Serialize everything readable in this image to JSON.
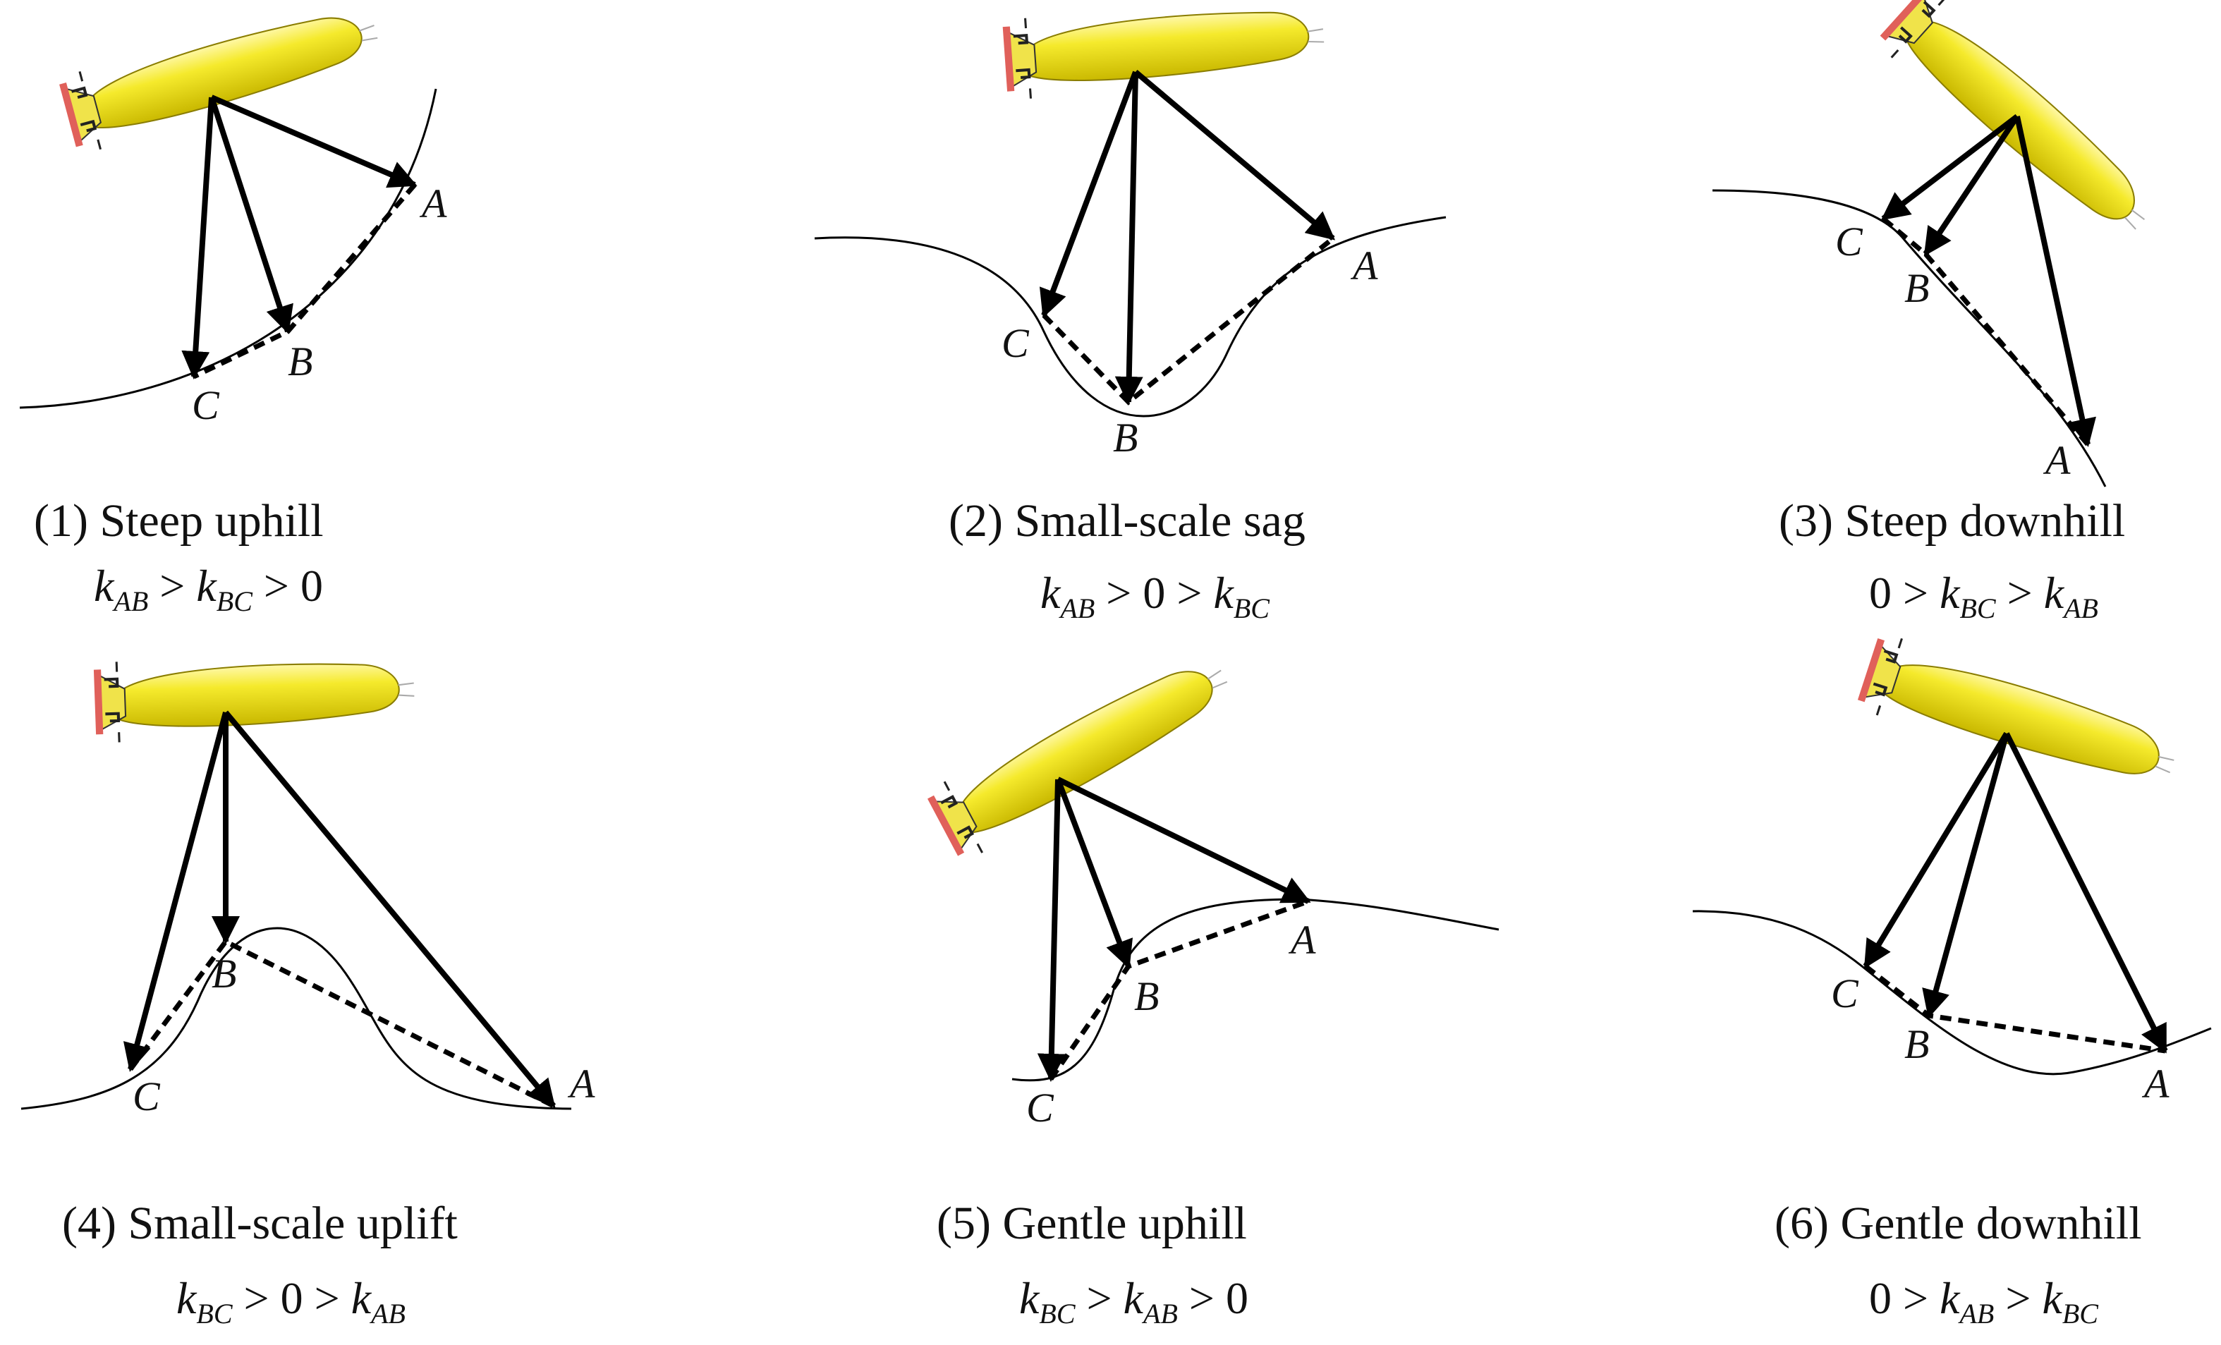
{
  "panels": [
    {
      "id": 1,
      "caption": "(1) Steep uphill",
      "relation": [
        [
          "v",
          "k"
        ],
        [
          "s",
          "AB"
        ],
        [
          "o",
          " > "
        ],
        [
          "v",
          "k"
        ],
        [
          "s",
          "BC"
        ],
        [
          "o",
          " > 0"
        ]
      ],
      "points": {
        "A": "A",
        "B": "B",
        "C": "C"
      }
    },
    {
      "id": 2,
      "caption": "(2) Small-scale sag",
      "relation": [
        [
          "v",
          "k"
        ],
        [
          "s",
          "AB"
        ],
        [
          "o",
          " > 0 > "
        ],
        [
          "v",
          "k"
        ],
        [
          "s",
          "BC"
        ]
      ],
      "points": {
        "A": "A",
        "B": "B",
        "C": "C"
      }
    },
    {
      "id": 3,
      "caption": "(3) Steep downhill",
      "relation": [
        [
          "o",
          "0 > "
        ],
        [
          "v",
          "k"
        ],
        [
          "s",
          "BC"
        ],
        [
          "o",
          " > "
        ],
        [
          "v",
          "k"
        ],
        [
          "s",
          "AB"
        ]
      ],
      "points": {
        "A": "A",
        "B": "B",
        "C": "C"
      }
    },
    {
      "id": 4,
      "caption": "(4) Small-scale uplift",
      "relation": [
        [
          "v",
          "k"
        ],
        [
          "s",
          "BC"
        ],
        [
          "o",
          " > 0 > "
        ],
        [
          "v",
          "k"
        ],
        [
          "s",
          "AB"
        ]
      ],
      "points": {
        "A": "A",
        "B": "B",
        "C": "C"
      }
    },
    {
      "id": 5,
      "caption": "(5)  Gentle uphill",
      "relation": [
        [
          "v",
          "k"
        ],
        [
          "s",
          "BC"
        ],
        [
          "o",
          " > "
        ],
        [
          "v",
          "k"
        ],
        [
          "s",
          "AB"
        ],
        [
          "o",
          " > 0"
        ]
      ],
      "points": {
        "A": "A",
        "B": "B",
        "C": "C"
      }
    },
    {
      "id": 6,
      "caption": "(6) Gentle downhill",
      "relation": [
        [
          "o",
          "0 > "
        ],
        [
          "v",
          "k"
        ],
        [
          "s",
          "AB"
        ],
        [
          "o",
          " > "
        ],
        [
          "v",
          "k"
        ],
        [
          "s",
          "BC"
        ]
      ],
      "points": {
        "A": "A",
        "B": "B",
        "C": "C"
      }
    }
  ],
  "colors": {
    "vehicle_body": "#f5ea2c",
    "vehicle_shade": "#c9b800",
    "fin_red": "#e0605a",
    "line": "#000000"
  },
  "icons": {
    "vehicle": "auv-icon"
  }
}
